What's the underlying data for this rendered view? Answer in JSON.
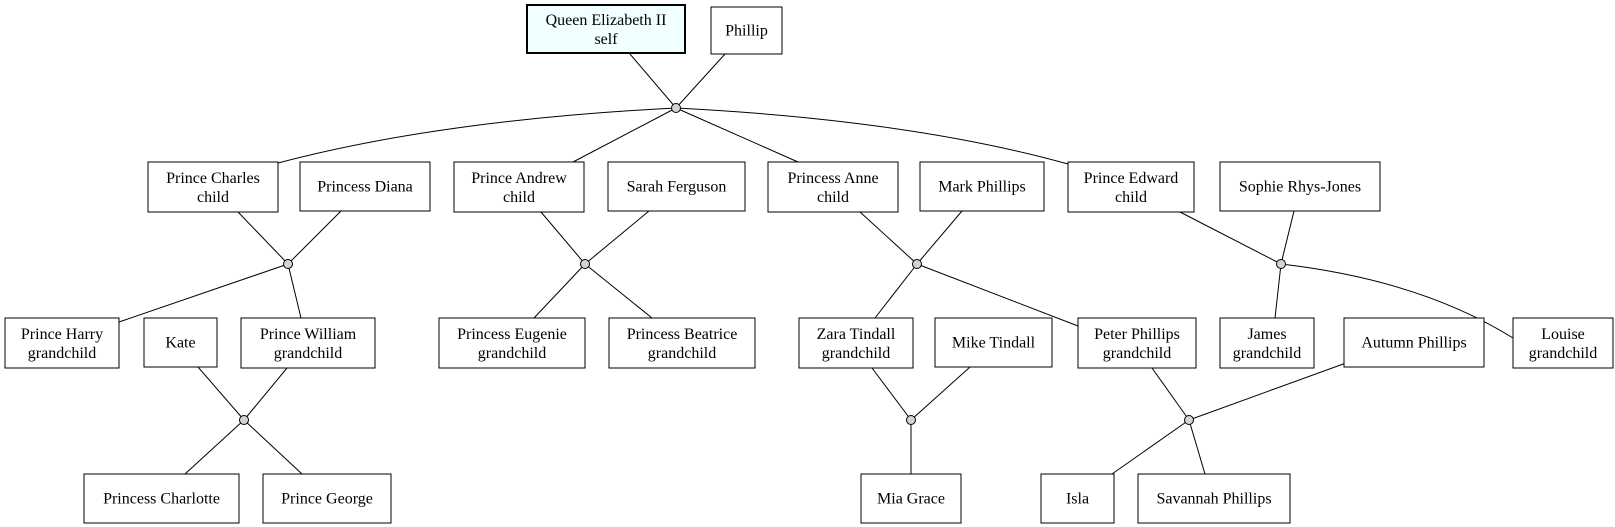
{
  "people": {
    "qe": {
      "name": "Queen Elizabeth II",
      "role": "self"
    },
    "phillip": {
      "name": "Phillip"
    },
    "charles": {
      "name": "Prince Charles",
      "role": "child"
    },
    "diana": {
      "name": "Princess Diana"
    },
    "andrew": {
      "name": "Prince Andrew",
      "role": "child"
    },
    "sarah": {
      "name": "Sarah Ferguson"
    },
    "anne": {
      "name": "Princess Anne",
      "role": "child"
    },
    "mark": {
      "name": "Mark Phillips"
    },
    "edward": {
      "name": "Prince Edward",
      "role": "child"
    },
    "sophie": {
      "name": "Sophie Rhys-Jones"
    },
    "harry": {
      "name": "Prince Harry",
      "role": "grandchild"
    },
    "kate": {
      "name": "Kate"
    },
    "william": {
      "name": "Prince William",
      "role": "grandchild"
    },
    "eugenie": {
      "name": "Princess Eugenie",
      "role": "grandchild"
    },
    "beatrice": {
      "name": "Princess Beatrice",
      "role": "grandchild"
    },
    "zara": {
      "name": "Zara Tindall",
      "role": "grandchild"
    },
    "mike": {
      "name": "Mike Tindall"
    },
    "peter": {
      "name": "Peter Phillips",
      "role": "grandchild"
    },
    "james": {
      "name": "James",
      "role": "grandchild"
    },
    "autumn": {
      "name": "Autumn Phillips"
    },
    "louise": {
      "name": "Louise",
      "role": "grandchild"
    },
    "charlotte": {
      "name": "Princess Charlotte"
    },
    "george": {
      "name": "Prince George"
    },
    "mia": {
      "name": "Mia Grace"
    },
    "isla": {
      "name": "Isla"
    },
    "savannah": {
      "name": "Savannah Phillips"
    }
  },
  "unions": [
    {
      "id": "qe-phillip",
      "partners": [
        "qe",
        "phillip"
      ],
      "children": [
        "charles",
        "andrew",
        "anne",
        "edward"
      ]
    },
    {
      "id": "charles-diana",
      "partners": [
        "charles",
        "diana"
      ],
      "children": [
        "harry",
        "william"
      ]
    },
    {
      "id": "andrew-sarah",
      "partners": [
        "andrew",
        "sarah"
      ],
      "children": [
        "eugenie",
        "beatrice"
      ]
    },
    {
      "id": "anne-mark",
      "partners": [
        "anne",
        "mark"
      ],
      "children": [
        "zara",
        "peter"
      ]
    },
    {
      "id": "edward-sophie",
      "partners": [
        "edward",
        "sophie"
      ],
      "children": [
        "james",
        "louise"
      ]
    },
    {
      "id": "kate-william",
      "partners": [
        "kate",
        "william"
      ],
      "children": [
        "charlotte",
        "george"
      ]
    },
    {
      "id": "zara-mike",
      "partners": [
        "zara",
        "mike"
      ],
      "children": [
        "mia"
      ]
    },
    {
      "id": "peter-autumn",
      "partners": [
        "peter",
        "autumn"
      ],
      "children": [
        "isla",
        "savannah"
      ]
    }
  ],
  "colors": {
    "self_fill": "#f0ffff",
    "junction_fill": "#d3d3d3",
    "stroke": "#000000"
  }
}
